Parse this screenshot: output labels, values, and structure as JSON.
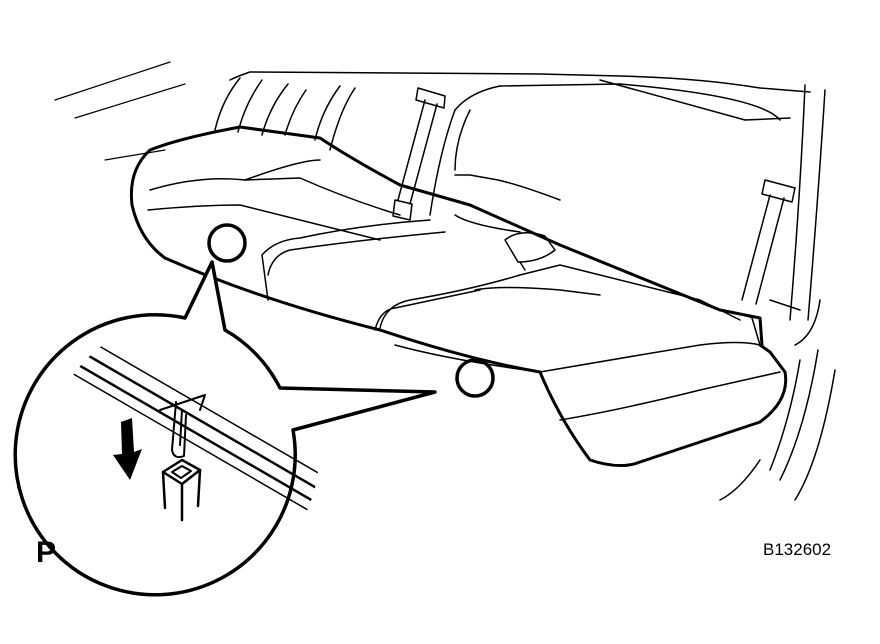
{
  "figure": {
    "view_label": "P",
    "figure_code": "B132602",
    "colors": {
      "line": "#000000",
      "background": "#ffffff"
    },
    "callouts": [
      {
        "name": "clip-location-left",
        "icon": "circle-marker"
      },
      {
        "name": "clip-location-right",
        "icon": "circle-marker"
      }
    ],
    "detail_view": {
      "icon": "downward-arrow",
      "shows": "clip-and-retainer"
    }
  }
}
